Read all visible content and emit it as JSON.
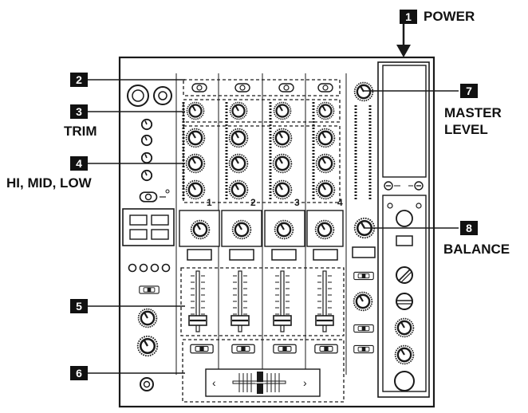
{
  "callouts": [
    {
      "num": "1",
      "label": "POWER"
    },
    {
      "num": "2",
      "label": ""
    },
    {
      "num": "3",
      "label": "TRIM"
    },
    {
      "num": "4",
      "label": "HI, MID, LOW"
    },
    {
      "num": "5",
      "label": ""
    },
    {
      "num": "6",
      "label": ""
    },
    {
      "num": "7",
      "label": "MASTER\nLEVEL"
    },
    {
      "num": "8",
      "label": "BALANCE"
    }
  ],
  "channel_numbers": [
    "1",
    "2",
    "3",
    "4"
  ],
  "crossfader_arrows": {
    "left": "‹",
    "right": "›"
  },
  "colors": {
    "line": "#1a1a1a",
    "background": "#ffffff",
    "badge": "#111111"
  }
}
